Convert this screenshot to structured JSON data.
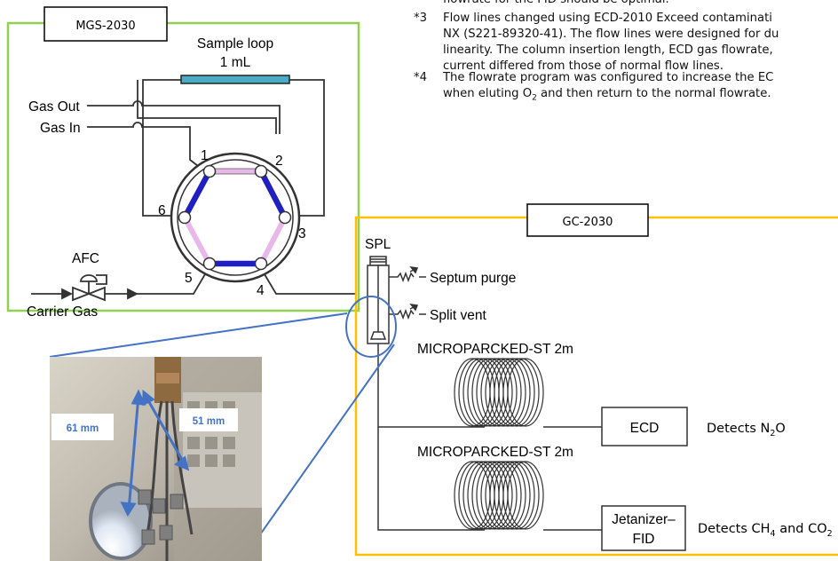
{
  "mgs_box": {
    "label": "MGS-2030",
    "border_color": "#92d050",
    "sample_loop_title": "Sample loop",
    "sample_loop_volume": "1 mL",
    "gas_out": "Gas Out",
    "gas_in": "Gas In",
    "afc": "AFC",
    "carrier_gas": "Carrier Gas",
    "ports": [
      "1",
      "2",
      "3",
      "4",
      "5",
      "6"
    ],
    "loop_color": "#4bacc6",
    "valve_active_color": "#2020c0",
    "valve_inactive_color": "#e8b8e8"
  },
  "gc_box": {
    "label": "GC-2030",
    "border_color": "#ffc000",
    "spl": "SPL",
    "septum_purge": "Septum purge",
    "split_vent": "Split vent",
    "column1": "MICROPARCKED-ST 2m",
    "column2": "MICROPARCKED-ST 2m",
    "ecd": "ECD",
    "ecd_detects": {
      "prefix": "Detects N",
      "sub": "2",
      "suffix": "O"
    },
    "fid_line1": "Jetanizer–",
    "fid_line2": "FID",
    "fid_detects": {
      "prefix": "Detects CH",
      "sub1": "4",
      "mid": " and CO",
      "sub2": "2"
    }
  },
  "photo": {
    "label_left": "61 mm",
    "label_right": "51 mm",
    "arrow_color": "#4472c4",
    "label_color": "#4472c4"
  },
  "notes": {
    "note0_tail": "flowrate for the FID should be optimal.",
    "note3": {
      "num": "*3",
      "lines": [
        "Flow lines changed using ECD-2010 Exceed contaminati",
        "NX (S221-89320-41). The flow lines were designed for du",
        "linearity. The column insertion length, ECD gas flowrate,",
        "current differed from those of normal flow lines."
      ]
    },
    "note4": {
      "num": "*4",
      "line1": "The flowrate program was configured to increase the EC",
      "line2_prefix": "when eluting O",
      "line2_sub": "2",
      "line2_suffix": " and then return to the normal flowrate."
    }
  }
}
